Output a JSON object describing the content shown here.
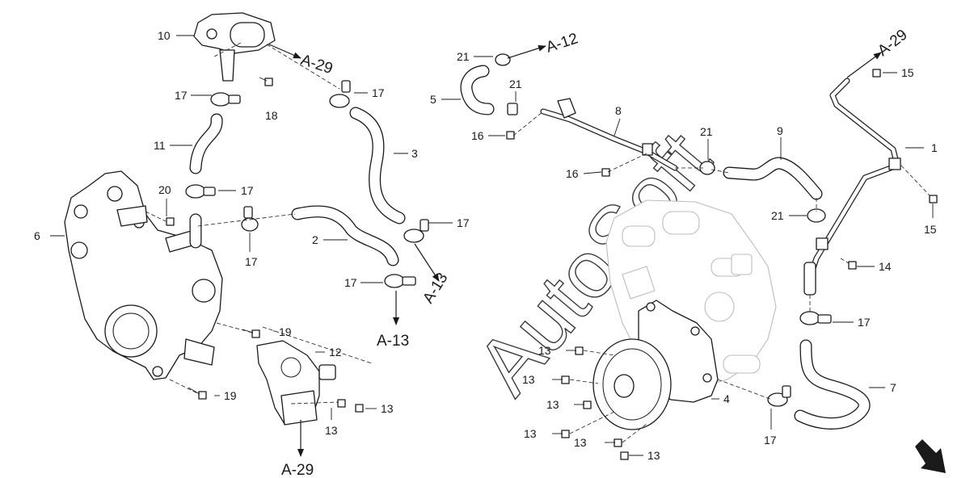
{
  "watermark": "AutoSoft",
  "corner_mark": "",
  "callouts": [
    "1",
    "2",
    "3",
    "4",
    "5",
    "6",
    "7",
    "8",
    "9",
    "10",
    "11",
    "12",
    "13",
    "14",
    "15",
    "16",
    "17",
    "18",
    "19",
    "20",
    "21"
  ],
  "references": [
    "A-29",
    "A-12",
    "A-13"
  ],
  "colors": {
    "line": "#1a1a1a",
    "ghost": "#bdbdbd",
    "background": "#ffffff"
  },
  "icons": {
    "direction_arrow": "arrow-down-right-icon"
  }
}
